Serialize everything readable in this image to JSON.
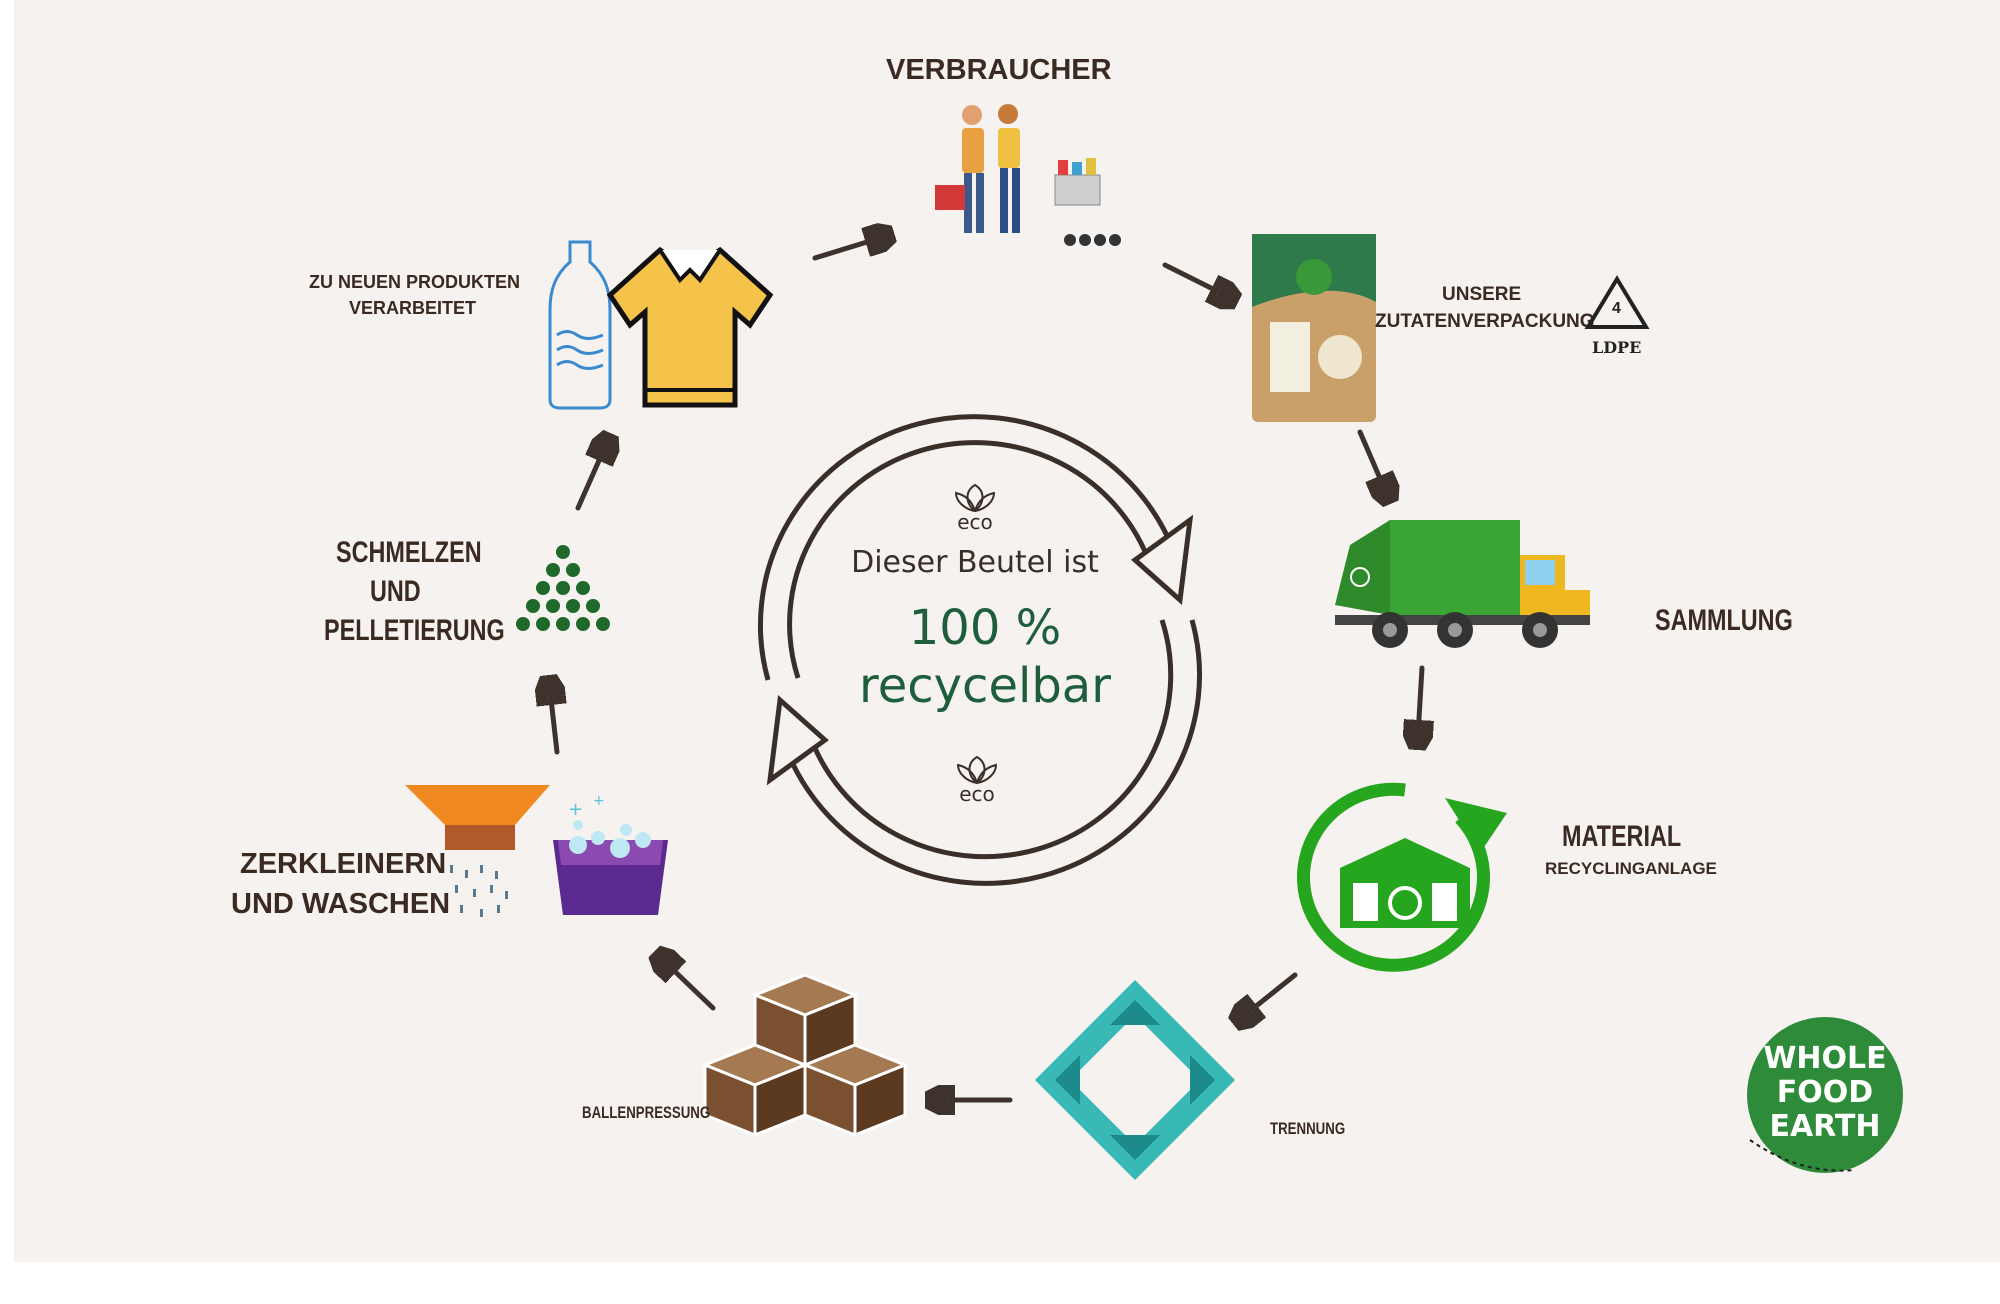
{
  "center": {
    "line1": "Dieser Beutel ist",
    "line2": "100 %",
    "line3": "recycelbar",
    "eco_top": "eco",
    "eco_bottom": "eco",
    "accent_color": "#1e5e3c"
  },
  "steps": {
    "consumer": "VERBRAUCHER",
    "packaging_1": "UNSERE",
    "packaging_2": "ZUTATENVERPACKUNG",
    "ldpe_number": "4",
    "ldpe_label": "LDPE",
    "collection": "SAMMLUNG",
    "facility_1": "MATERIAL",
    "facility_2": "RECYCLINGANLAGE",
    "sorting": "TRENNUNG",
    "baling": "BALLENPRESSUNG",
    "shred_1": "ZERKLEINERN",
    "shred_2": "UND WASCHEN",
    "melt_1": "SCHMELZEN",
    "melt_2": "UND",
    "melt_3": "PELLETIERUNG",
    "new_1": "ZU NEUEN PRODUKTEN",
    "new_2": "VERARBEITET"
  },
  "logo": {
    "line1": "WHOLE",
    "line2": "FOOD",
    "line3": "EARTH",
    "color": "#2e8b3a"
  },
  "colors": {
    "recycle_green": "#26a51e",
    "truck_green": "#3aa435",
    "arrow": "#3d322c",
    "text": "#3a2a22"
  }
}
